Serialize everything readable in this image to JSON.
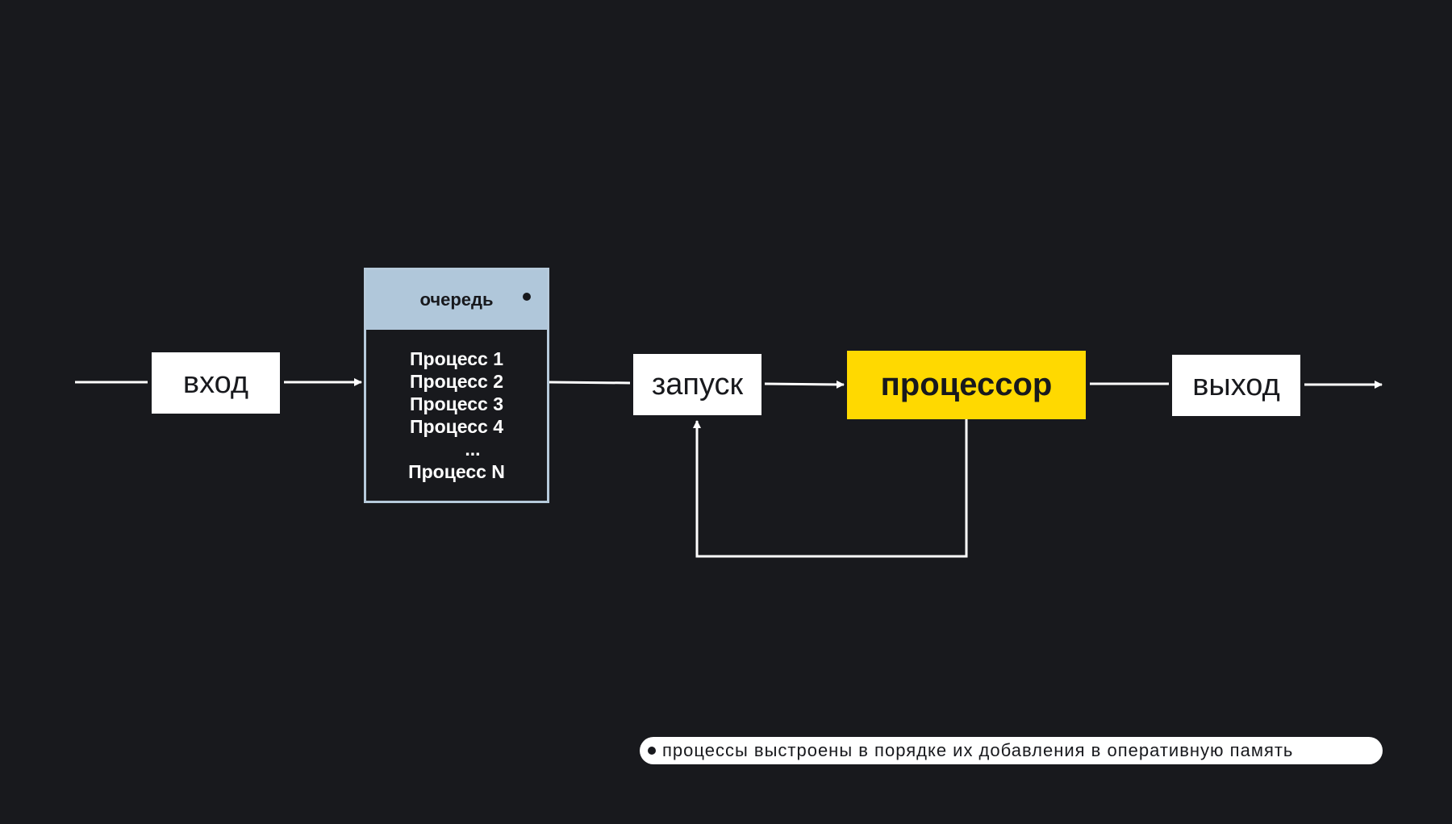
{
  "diagram": {
    "input_label": "вход",
    "queue": {
      "title": "очередь",
      "items": [
        "Процесс 1",
        "Процесс 2",
        "Процесс 3",
        "Процесс 4",
        "...",
        "Процесс N"
      ]
    },
    "launch_label": "запуск",
    "processor_label": "процессор",
    "output_label": "выход",
    "note": "процессы выстроены в порядке их добавления в оперативную память"
  },
  "colors": {
    "background": "#18191d",
    "box": "#ffffff",
    "processor": "#ffd900",
    "queue_header": "#b0c7da",
    "queue_border": "#b6cadb",
    "line": "#ffffff"
  }
}
